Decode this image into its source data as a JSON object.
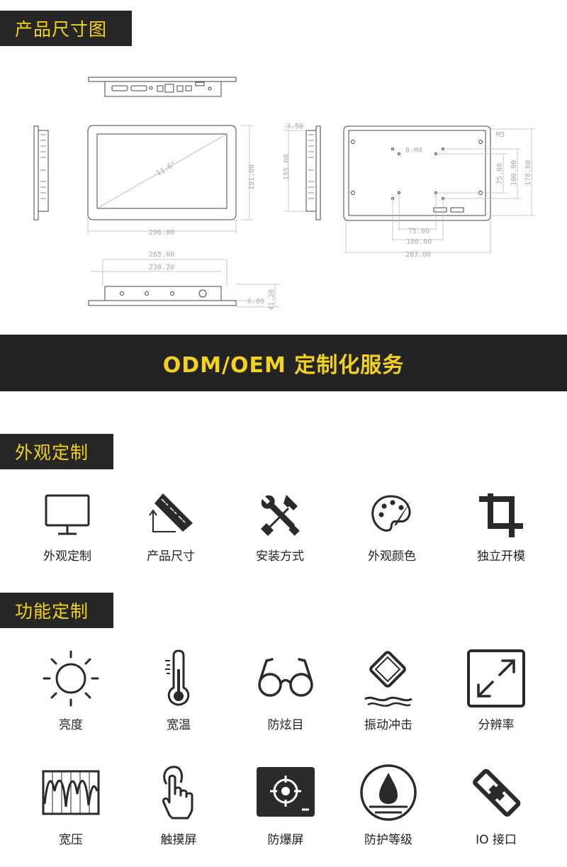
{
  "sections": {
    "dimensions_title": "产品尺寸图",
    "service_banner": "ODM/OEM 定制化服务",
    "appearance_title": "外观定制",
    "function_title": "功能定制"
  },
  "drawing": {
    "diagonal": "11.6\"",
    "width_outer": "296.00",
    "height_outer": "191.00",
    "height_view": "155.00",
    "bezel": "3.50",
    "bottom_outer": "265.00",
    "bottom_inner": "238.20",
    "depth_total": "41.20",
    "depth_bezel": "6.00",
    "back_width": "283.00",
    "vesa_100": "100.00",
    "vesa_75": "75.00",
    "back_height": "178.00",
    "vesa_100_v": "100.00",
    "vesa_75_v": "75.00",
    "vesa_screw": "8-M4",
    "mount_screw": "M3"
  },
  "appearance_items": [
    {
      "icon": "monitor-icon",
      "label": "外观定制"
    },
    {
      "icon": "ruler-icon",
      "label": "产品尺寸"
    },
    {
      "icon": "tools-icon",
      "label": "安装方式"
    },
    {
      "icon": "palette-icon",
      "label": "外观颜色"
    },
    {
      "icon": "crop-icon",
      "label": "独立开模"
    }
  ],
  "function_items": [
    {
      "icon": "sun-icon",
      "label": "亮度"
    },
    {
      "icon": "thermometer-icon",
      "label": "宽温"
    },
    {
      "icon": "glasses-icon",
      "label": "防炫目"
    },
    {
      "icon": "vibration-icon",
      "label": "振动冲击"
    },
    {
      "icon": "expand-icon",
      "label": "分辨率"
    },
    {
      "icon": "waveform-icon",
      "label": "宽压"
    },
    {
      "icon": "touch-icon",
      "label": "触摸屏"
    },
    {
      "icon": "target-icon",
      "label": "防爆屏"
    },
    {
      "icon": "waterdrop-icon",
      "label": "防护等级"
    },
    {
      "icon": "connector-icon",
      "label": "IO 接口"
    }
  ]
}
